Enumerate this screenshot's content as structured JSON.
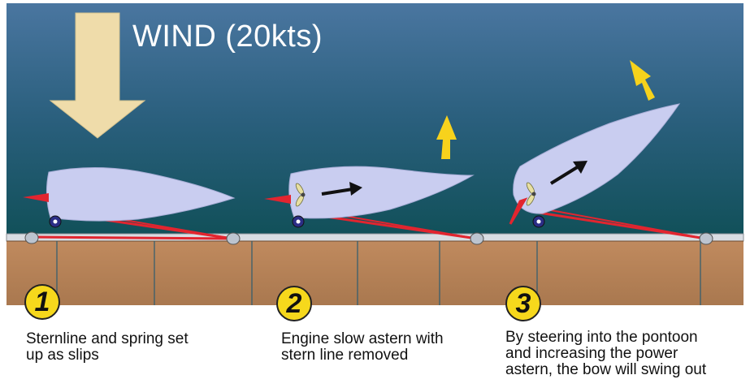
{
  "wind_label": "WIND (20kts)",
  "steps": [
    {
      "number": "1",
      "caption": "Sternline and spring set\nup as slips"
    },
    {
      "number": "2",
      "caption": "Engine slow astern with\nstern line removed"
    },
    {
      "number": "3",
      "caption": "By steering into the pontoon\nand increasing the power\nastern, the bow will swing out"
    }
  ],
  "colors": {
    "sea_top": "#3f6c96",
    "sea_bottom": "#14565f",
    "hull": "#c9cdf0",
    "pontoon": "#b9855a",
    "lines": "#e2252f",
    "wind_arrow": "#efdcaa",
    "swing_arrow": "#f7d21c",
    "badge": "#f6d81c"
  }
}
